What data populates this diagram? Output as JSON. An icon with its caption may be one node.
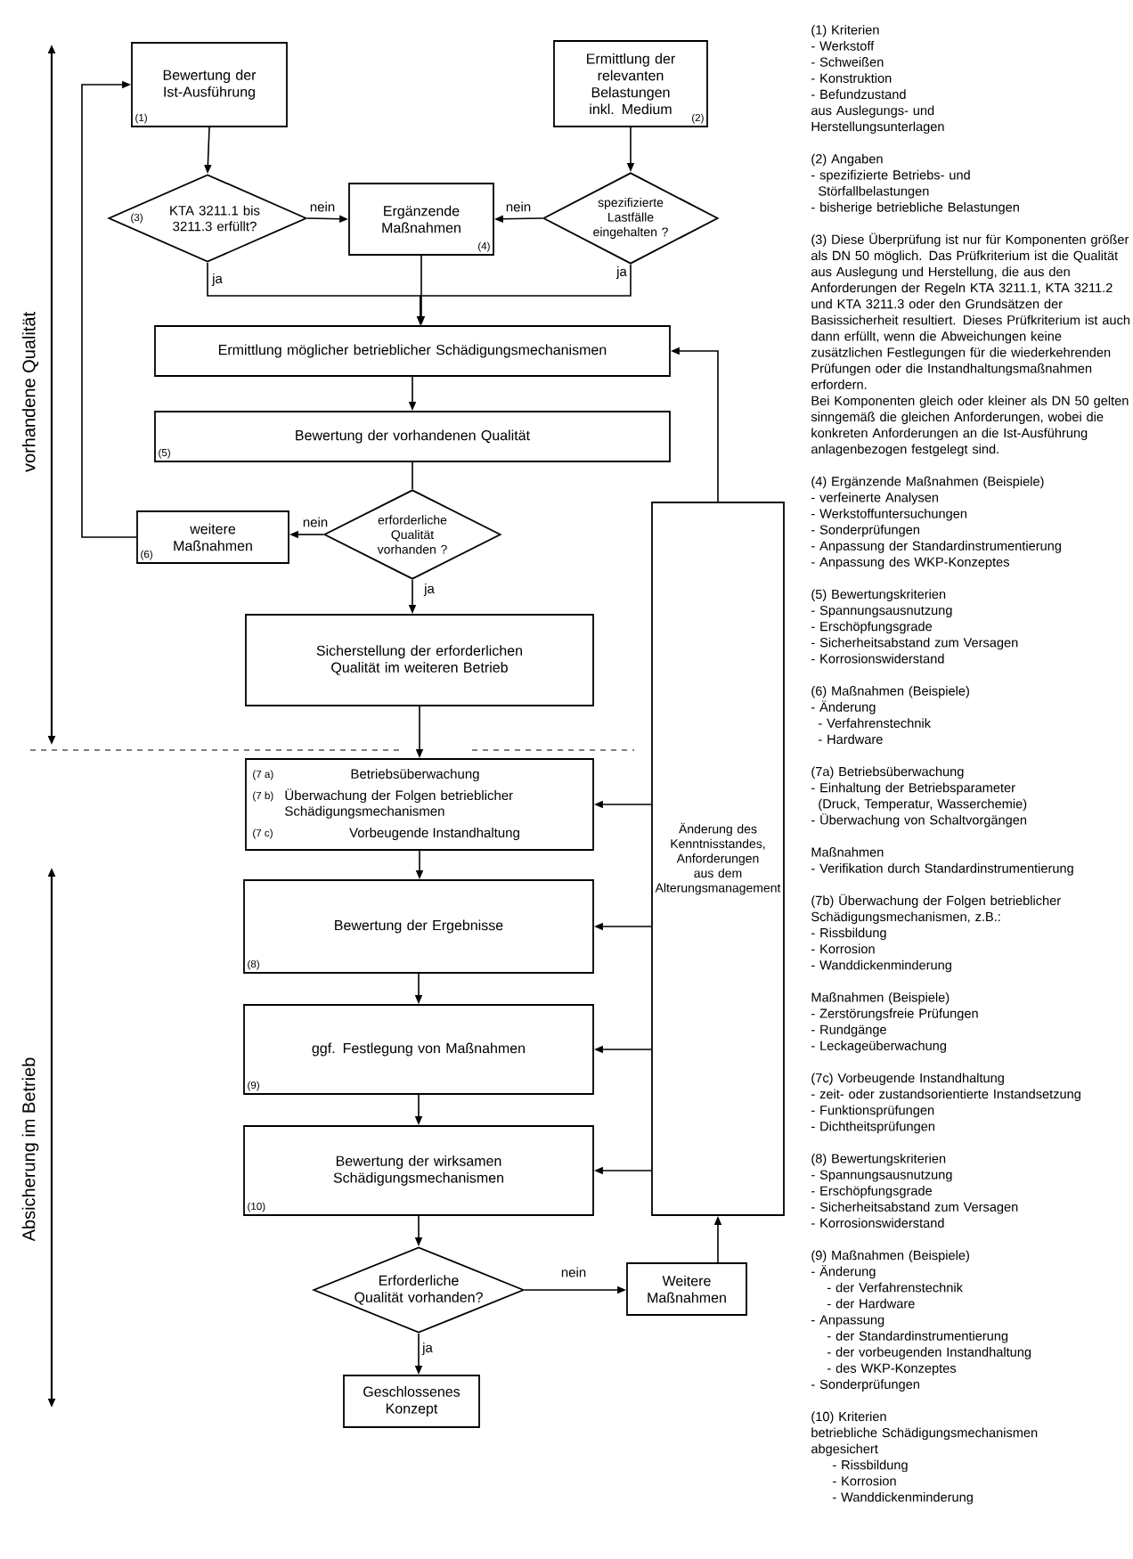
{
  "diagram": {
    "nodes": [
      {
        "text": [
          "Bewertung der Ist-Ausführung",
          "(1)"
        ]
      },
      {
        "text": [
          "Ermittlung der relevanten Belastungen inkl. Medium",
          "(2)"
        ]
      },
      {
        "text": [
          "(3)",
          "KTA 3211.1 bis 3211.3 erfüllt?"
        ]
      },
      {
        "text": [
          "Ergänzende Maßnahmen",
          "(4)"
        ]
      },
      {
        "text": [
          "spezifizierte Lastfälle eingehalten ?"
        ]
      },
      {
        "text": [
          "Ermittlung möglicher betrieblicher Schädigungsmechanismen"
        ]
      },
      {
        "text": [
          "Bewertung der vorhandenen Qualität",
          "(5)"
        ]
      },
      {
        "text": [
          "erforderliche Qualität vorhanden ?"
        ]
      },
      {
        "text": [
          "weitere Maßnahmen",
          "(6)"
        ]
      },
      {
        "text": [
          "Sicherstellung der erforderlichen Qualität im weiteren Betrieb"
        ]
      },
      {
        "text": [
          "(7 a)",
          "Betriebsüberwachung",
          "(7 b)",
          "Überwachung der Folgen betrieblicher Schädigungsmechanismen",
          "(7 c)",
          "Vorbeugende Instandhaltung"
        ]
      },
      {
        "text": [
          "Bewertung der Ergebnisse",
          "(8)"
        ]
      },
      {
        "text": [
          "ggf. Festlegung von Maßnahmen",
          "(9)"
        ]
      },
      {
        "text": [
          "Bewertung der wirksamen Schädigungsmechanismen",
          "(10)"
        ]
      },
      {
        "text": [
          "Erforderliche Qualität vorhanden?"
        ]
      },
      {
        "text": [
          "Weitere Maßnahmen"
        ]
      },
      {
        "text": [
          "Geschlossenes Konzept"
        ]
      },
      {
        "text": [
          "Änderung des Kenntnisstandes, Anforderungen aus dem Alterungsmanagement"
        ]
      }
    ],
    "edges": [
      {
        "from": 0,
        "to": 2,
        "arrow": "to"
      },
      {
        "from": 1,
        "to": 4,
        "arrow": "to"
      },
      {
        "from": 2,
        "to": 3,
        "arrow": "to",
        "label": "nein"
      },
      {
        "from": 4,
        "to": 3,
        "arrow": "to",
        "label": "nein"
      },
      {
        "from": 2,
        "to": 5,
        "arrow": "to",
        "label": "ja"
      },
      {
        "from": 4,
        "to": 5,
        "arrow": "to",
        "label": "ja"
      },
      {
        "from": 3,
        "to": 5,
        "arrow": "to"
      },
      {
        "from": 5,
        "to": 6,
        "arrow": "to"
      },
      {
        "from": 6,
        "to": 7,
        "arrow": "none"
      },
      {
        "from": 7,
        "to": 8,
        "arrow": "to",
        "label": "nein"
      },
      {
        "from": 8,
        "to": 0,
        "arrow": "to"
      },
      {
        "from": 7,
        "to": 9,
        "arrow": "to",
        "label": "ja"
      },
      {
        "from": 9,
        "to": 10,
        "arrow": "to"
      },
      {
        "from": 10,
        "to": 11,
        "arrow": "to"
      },
      {
        "from": 11,
        "to": 12,
        "arrow": "to"
      },
      {
        "from": 12,
        "to": 13,
        "arrow": "to"
      },
      {
        "from": 13,
        "to": 14,
        "arrow": "to"
      },
      {
        "from": 14,
        "to": 15,
        "arrow": "to",
        "label": "nein"
      },
      {
        "from": 14,
        "to": 16,
        "arrow": "to",
        "label": "ja"
      },
      {
        "from": 15,
        "to": 17,
        "arrow": "to"
      },
      {
        "from": 17,
        "to": 5,
        "arrow": "to"
      },
      {
        "from": 17,
        "to": 10,
        "arrow": "to"
      },
      {
        "from": 17,
        "to": 11,
        "arrow": "to"
      },
      {
        "from": 17,
        "to": 12,
        "arrow": "to"
      },
      {
        "from": 17,
        "to": 13,
        "arrow": "to"
      }
    ],
    "labels": [
      "vorhandene Qualität",
      "Absicherung im Betrieb",
      "(1) Kriterien",
      "- Werkstoff",
      "- Schweißen",
      "- Konstruktion",
      "- Befundzustand",
      "aus Auslegungs- und Herstellungsunterlagen",
      "(2) Angaben",
      "- spezifizierte Betriebs- und Störfallbelastungen",
      "- bisherige betriebliche Belastungen",
      "(3) Diese Überprüfung ist nur für Komponenten größer als DN 50 möglich. Das Prüfkriterium ist die Qualität aus Auslegung und Herstellung, die aus den Anforderungen der Regeln KTA 3211.1, KTA 3211.2 und KTA 3211.3 oder den Grundsätzen der Basissicherheit resultiert. Dieses Prüfkriterium ist auch dann erfüllt, wenn die Abweichungen keine zusätzlichen Festlegungen für die wiederkehrenden Prüfungen oder die Instandhaltungsmaßnahmen erfordern.",
      "Bei Komponenten gleich oder kleiner als DN 50 gelten sinngemäß die gleichen Anforderungen, wobei die konkreten Anforderungen an die Ist-Ausführung anlagenbezogen festgelegt sind.",
      "(4) Ergänzende Maßnahmen (Beispiele)",
      "- verfeinerte Analysen",
      "- Werkstoffuntersuchungen",
      "- Sonderprüfungen",
      "- Anpassung der Standardinstrumentierung",
      "- Anpassung des WKP-Konzeptes",
      "(5) Bewertungskriterien",
      "- Spannungsausnutzung",
      "- Erschöpfungsgrade",
      "- Sicherheitsabstand zum Versagen",
      "- Korrosionswiderstand",
      "(6) Maßnahmen (Beispiele)",
      "- Änderung",
      "- Verfahrenstechnik",
      "- Hardware",
      "(7a) Betriebsüberwachung",
      "- Einhaltung der Betriebsparameter (Druck, Temperatur, Wasserchemie)",
      "- Überwachung von Schaltvorgängen",
      "Maßnahmen",
      "- Verifikation durch Standardinstrumentierung",
      "(7b) Überwachung der Folgen betrieblicher Schädigungsmechanismen, z.B.:",
      "- Rissbildung",
      "- Korrosion",
      "- Wanddickenminderung",
      "Maßnahmen (Beispiele)",
      "- Zerstörungsfreie Prüfungen",
      "- Rundgänge",
      "- Leckageüberwachung",
      "(7c) Vorbeugende Instandhaltung",
      "- zeit- oder zustandsorientierte Instandsetzung",
      "- Funktionsprüfungen",
      "- Dichtheitsprüfungen",
      "(8) Bewertungskriterien",
      "- Spannungsausnutzung",
      "- Erschöpfungsgrade",
      "- Sicherheitsabstand zum Versagen",
      "- Korrosionswiderstand",
      "(9) Maßnahmen (Beispiele)",
      "- Änderung",
      "- der Verfahrenstechnik",
      "- der Hardware",
      "- Anpassung",
      "- der Standardinstrumentierung",
      "- der vorbeugenden Instandhaltung",
      "- des WKP-Konzeptes",
      "- Sonderprüfungen",
      "(10) Kriterien",
      "betriebliche Schädigungsmechanismen abgesichert",
      "- Rissbildung",
      "- Korrosion",
      "- Wanddickenminderung"
    ]
  }
}
